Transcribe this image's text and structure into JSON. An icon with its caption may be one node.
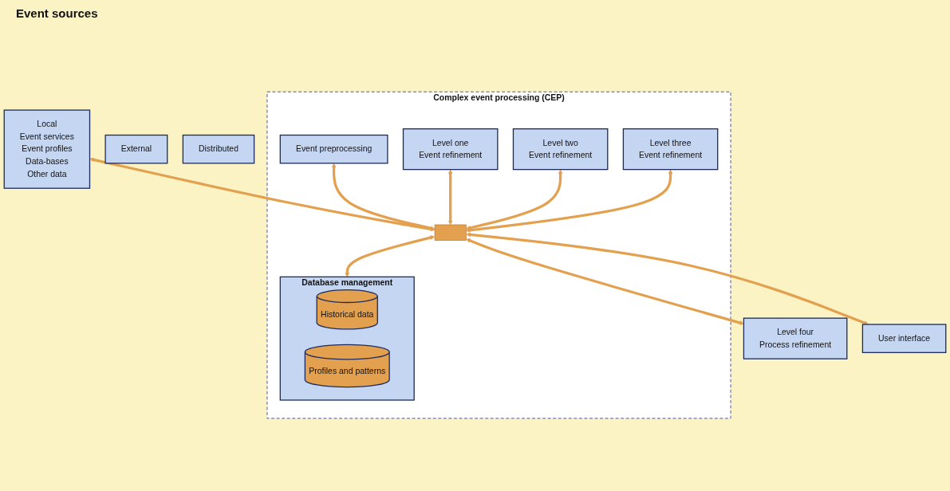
{
  "diagram": {
    "nodes": [
      {
        "text": [
          "External"
        ]
      },
      {
        "text": [
          "Distributed"
        ]
      },
      {
        "text": [
          "Local",
          "Event services",
          "Event profiles",
          "Data-bases",
          "Other data"
        ]
      },
      {
        "text": [
          "Complex event processing (CEP)"
        ]
      },
      {
        "text": [
          "Event preprocessing"
        ],
        "in": 3
      },
      {
        "text": [
          "Level one",
          "Event refinement"
        ],
        "in": 3
      },
      {
        "text": [
          "Level two",
          "Event refinement"
        ],
        "in": 3
      },
      {
        "text": [
          "Level three",
          "Event refinement"
        ],
        "in": 3
      },
      {
        "text": [],
        "shape": "bar",
        "in": 3
      },
      {
        "text": [
          "Database management"
        ],
        "in": 3
      },
      {
        "text": [
          "Historical data"
        ],
        "in": 9
      },
      {
        "text": [
          "Profiles and patterns"
        ],
        "in": 9
      },
      {
        "text": [
          "Level four",
          "Process refinement"
        ]
      },
      {
        "text": [
          "User interface"
        ]
      }
    ],
    "edges": [
      {
        "from": 2,
        "to": 8,
        "arrow": "both"
      },
      {
        "from": 4,
        "to": 8,
        "arrow": "both"
      },
      {
        "from": 5,
        "to": 8,
        "arrow": "both"
      },
      {
        "from": 6,
        "to": 8,
        "arrow": "both"
      },
      {
        "from": 7,
        "to": 8,
        "arrow": "both"
      },
      {
        "from": 8,
        "to": 9,
        "arrow": "both"
      },
      {
        "from": 8,
        "to": 12,
        "arrow": "both"
      },
      {
        "from": 8,
        "to": 13,
        "arrow": "both"
      }
    ],
    "labels": [
      "Event sources"
    ]
  }
}
